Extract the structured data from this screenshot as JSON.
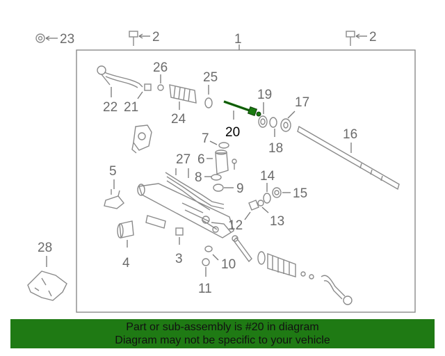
{
  "callouts": {
    "c1": "1",
    "c2a": "2",
    "c2b": "2",
    "c3": "3",
    "c4": "4",
    "c5": "5",
    "c6": "6",
    "c7": "7",
    "c8": "8",
    "c9": "9",
    "c10": "10",
    "c11": "11",
    "c12": "12",
    "c13": "13",
    "c14": "14",
    "c15": "15",
    "c16": "16",
    "c17": "17",
    "c18": "18",
    "c19": "19",
    "c20": "20",
    "c21": "21",
    "c22": "22",
    "c23": "23",
    "c24": "24",
    "c25": "25",
    "c26": "26",
    "c27": "27",
    "c28": "28"
  },
  "highlight": {
    "part_number": "20",
    "color": "#1a7a10"
  },
  "banner": {
    "line1": "Part or sub-assembly is #20 in diagram",
    "line2": "Diagram may not be specific to your vehicle",
    "color": "#1f7a14"
  }
}
